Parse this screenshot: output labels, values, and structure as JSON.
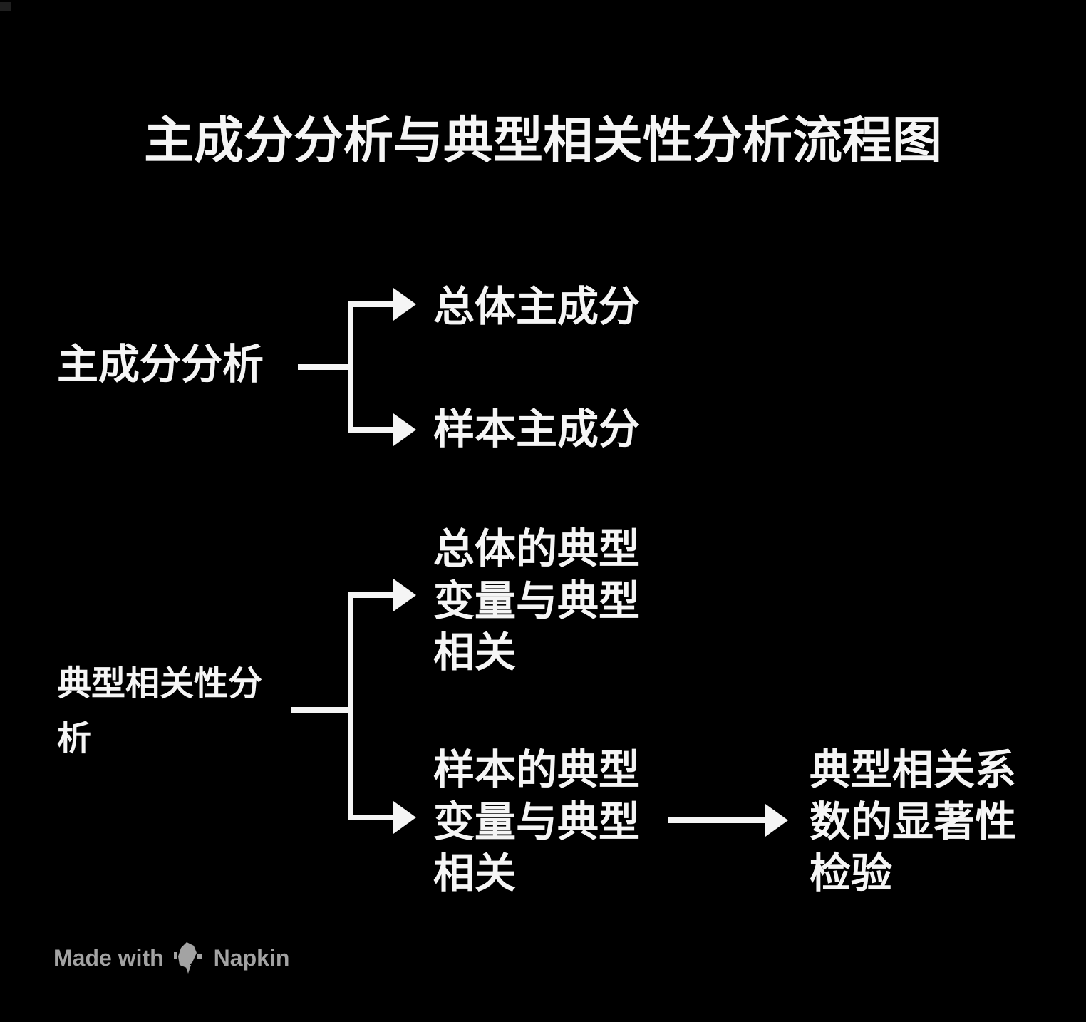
{
  "title": "主成分分析与典型相关性分析流程图",
  "nodes": {
    "pca_root": "主成分分析",
    "pca_child_population": "总体主成分",
    "pca_child_sample": "样本主成分",
    "cca_root": "典型相关性分析",
    "cca_child_population": "总体的典型变量与典型相关",
    "cca_child_sample": "样本的典型变量与典型相关",
    "cca_result": "典型相关系数的显著性检验"
  },
  "watermark": {
    "made_with": "Made with",
    "brand": "Napkin"
  },
  "colors": {
    "background": "#000000",
    "text": "#f5f5f5",
    "connector": "#f5f5f5",
    "watermark": "#a3a3a3"
  }
}
